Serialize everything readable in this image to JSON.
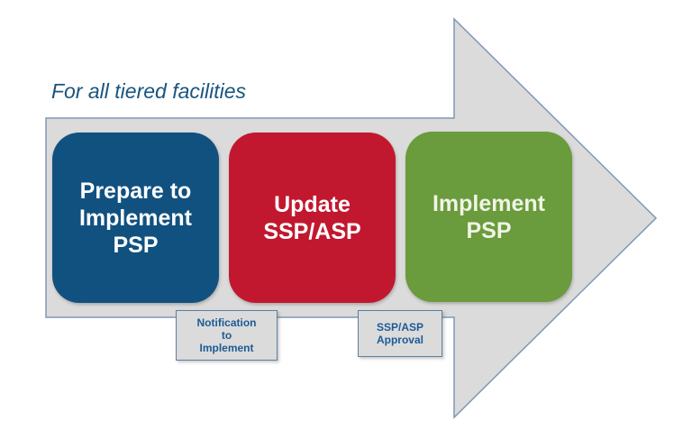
{
  "caption": {
    "text": "For all tiered facilities",
    "color": "#19557F"
  },
  "arrow": {
    "fill": "#DBDBDB",
    "stroke": "#8097B3"
  },
  "stages": [
    {
      "id": "prepare",
      "label": "Prepare to\nImplement\nPSP",
      "bg": "#115180",
      "text_color": "#FFFFFF"
    },
    {
      "id": "update",
      "label": "Update\nSSP/ASP",
      "bg": "#C2182F",
      "text_color": "#FFFFFF"
    },
    {
      "id": "implement",
      "label": "Implement\nPSP",
      "bg": "#6A9B3C",
      "text_color": "#F0F4E6"
    }
  ],
  "milestones": [
    {
      "id": "notification",
      "label": "Notification\nto\nImplement",
      "bg": "#DBDBDB",
      "border_color": "#5E7FA1",
      "text_color": "#1D5B95"
    },
    {
      "id": "approval",
      "label": "SSP/ASP\nApproval",
      "bg": "#DBDBDB",
      "border_color": "#5E7FA1",
      "text_color": "#1D5B95"
    }
  ]
}
